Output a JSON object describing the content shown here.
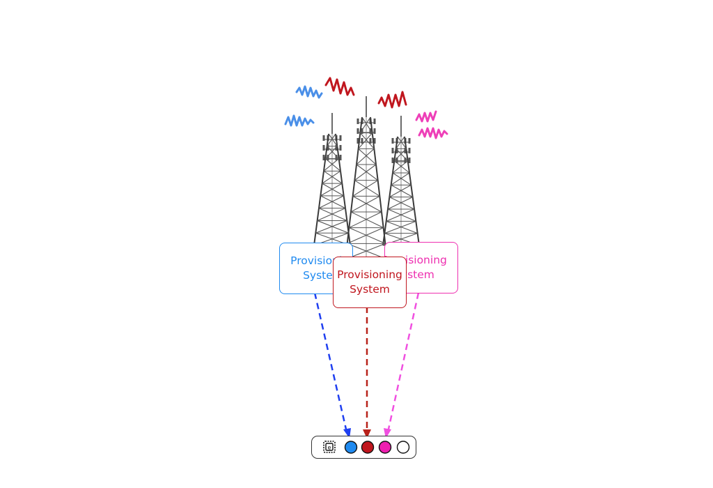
{
  "colors": {
    "blue": "#1f8af0",
    "red": "#c0161e",
    "pink": "#ee2fb0",
    "blue_arrow": "#1f3ff0",
    "red_arrow": "#b8221a",
    "pink_arrow": "#f050e0",
    "steel": "#555555"
  },
  "icons": {
    "tower": "cell-tower-icon",
    "signal": "signal-wave-icon",
    "sim": "sim-chip-icon"
  },
  "boxes": [
    {
      "id": "blue",
      "label": "Provisioning\nSystem"
    },
    {
      "id": "red",
      "label": "Provisioning\nSystem"
    },
    {
      "id": "pink",
      "label": "Provisioning\nSystem"
    }
  ],
  "device_slots": [
    "blue",
    "red",
    "pink",
    "empty"
  ]
}
